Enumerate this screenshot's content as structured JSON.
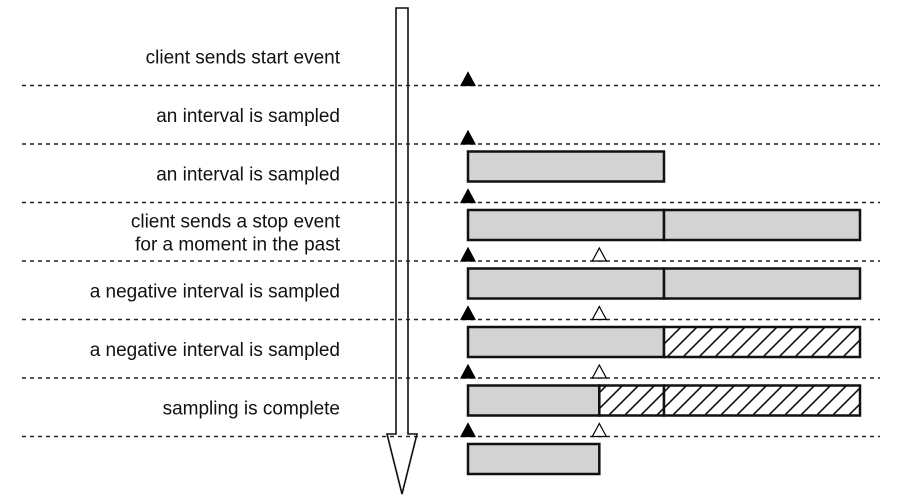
{
  "steps": [
    {
      "label_lines": [
        "client sends start event"
      ],
      "segments": [],
      "markers": [
        {
          "type": "filled",
          "pos": 0
        }
      ]
    },
    {
      "label_lines": [
        "an interval is sampled"
      ],
      "segments": [
        {
          "from": 0,
          "to": 1,
          "kind": "positive"
        }
      ],
      "markers": [
        {
          "type": "filled",
          "pos": 0
        }
      ]
    },
    {
      "label_lines": [
        "an interval is sampled"
      ],
      "segments": [
        {
          "from": 0,
          "to": 1,
          "kind": "positive"
        },
        {
          "from": 1,
          "to": 2,
          "kind": "positive"
        }
      ],
      "markers": [
        {
          "type": "filled",
          "pos": 0
        }
      ]
    },
    {
      "label_lines": [
        "client sends a stop event",
        "for a moment in the past"
      ],
      "segments": [
        {
          "from": 0,
          "to": 1,
          "kind": "positive"
        },
        {
          "from": 1,
          "to": 2,
          "kind": "positive"
        }
      ],
      "markers": [
        {
          "type": "filled",
          "pos": 0
        },
        {
          "type": "open",
          "pos": 0.67
        }
      ]
    },
    {
      "label_lines": [
        "a negative interval is sampled"
      ],
      "segments": [
        {
          "from": 0,
          "to": 1,
          "kind": "positive"
        },
        {
          "from": 1,
          "to": 2,
          "kind": "negative"
        }
      ],
      "markers": [
        {
          "type": "filled",
          "pos": 0
        },
        {
          "type": "open",
          "pos": 0.67
        }
      ]
    },
    {
      "label_lines": [
        "a negative interval is sampled"
      ],
      "segments": [
        {
          "from": 0,
          "to": 0.67,
          "kind": "positive"
        },
        {
          "from": 0.67,
          "to": 1,
          "kind": "negative"
        },
        {
          "from": 1,
          "to": 2,
          "kind": "negative"
        }
      ],
      "markers": [
        {
          "type": "filled",
          "pos": 0
        },
        {
          "type": "open",
          "pos": 0.67
        }
      ]
    },
    {
      "label_lines": [
        "sampling is complete"
      ],
      "segments": [
        {
          "from": 0,
          "to": 0.67,
          "kind": "positive"
        }
      ],
      "markers": [
        {
          "type": "filled",
          "pos": 0
        },
        {
          "type": "open",
          "pos": 0.67
        }
      ]
    }
  ]
}
